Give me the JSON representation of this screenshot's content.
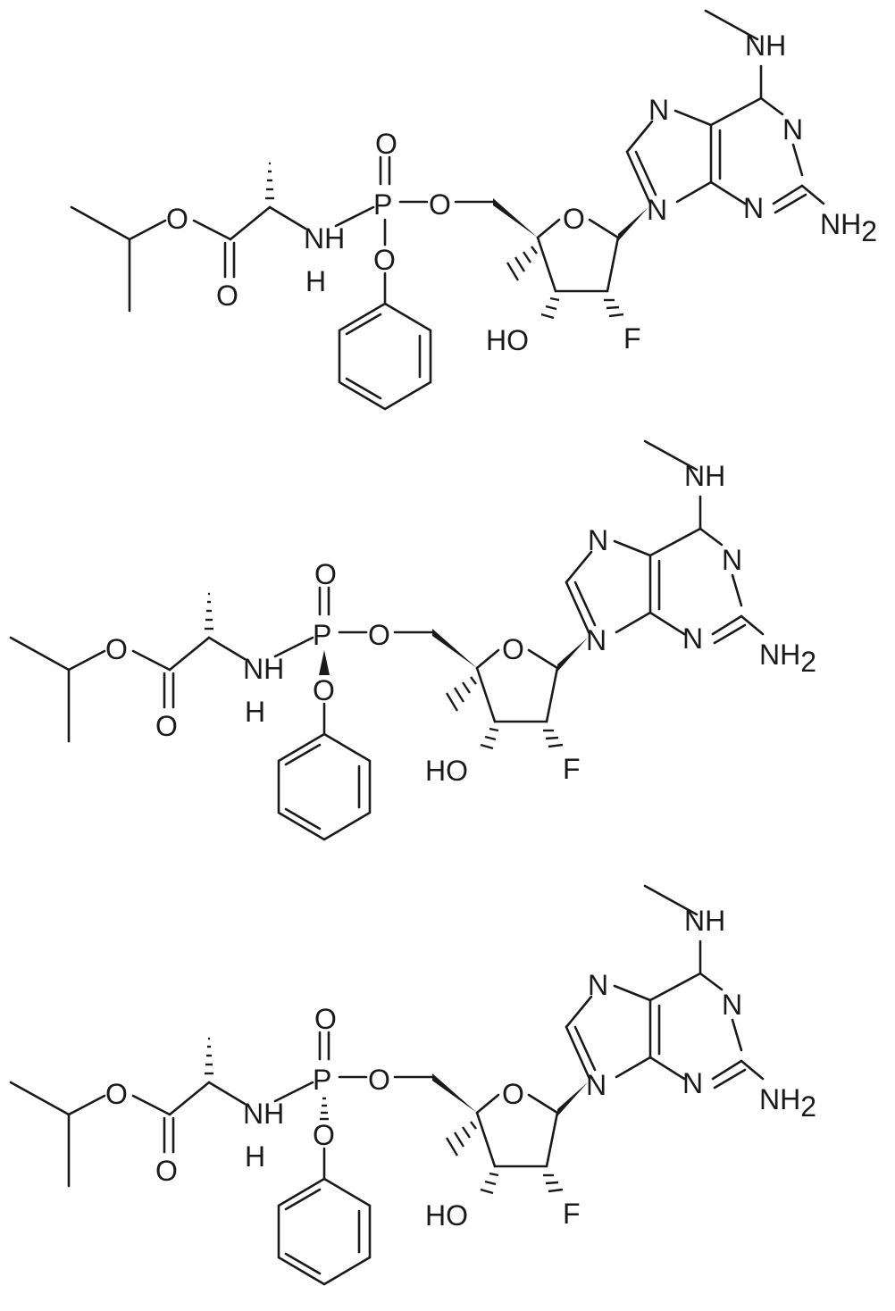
{
  "structures": [
    {
      "label": "structure-1",
      "atoms": {
        "nh_methylamino": "NH",
        "n7": "N",
        "n1": "N",
        "n3": "N",
        "n9": "N",
        "nh2_amino": "NH",
        "nh2_sub": "2",
        "p": "P",
        "p_oxo": "O",
        "p_o_link": "O",
        "p_o_phenoxy": "O",
        "ester_o": "O",
        "carbonyl_o": "O",
        "nh_phosphoramide_n": "NH",
        "nh_phosphoramide_h": "H",
        "ring_o": "O",
        "hydroxyl": "HO",
        "fluorine": "F"
      }
    },
    {
      "label": "structure-2",
      "atoms": {
        "nh_methylamino": "NH",
        "n7": "N",
        "n1": "N",
        "n3": "N",
        "n9": "N",
        "nh2_amino": "NH",
        "nh2_sub": "2",
        "p": "P",
        "p_oxo": "O",
        "p_o_link": "O",
        "p_o_phenoxy": "O",
        "ester_o": "O",
        "carbonyl_o": "O",
        "nh_phosphoramide_n": "NH",
        "nh_phosphoramide_h": "H",
        "ring_o": "O",
        "hydroxyl": "HO",
        "fluorine": "F"
      }
    },
    {
      "label": "structure-3",
      "atoms": {
        "nh_methylamino": "NH",
        "n7": "N",
        "n1": "N",
        "n3": "N",
        "n9": "N",
        "nh2_amino": "NH",
        "nh2_sub": "2",
        "p": "P",
        "p_oxo": "O",
        "p_o_link": "O",
        "p_o_phenoxy": "O",
        "ester_o": "O",
        "carbonyl_o": "O",
        "nh_phosphoramide_n": "NH",
        "nh_phosphoramide_h": "H",
        "ring_o": "O",
        "hydroxyl": "HO",
        "fluorine": "F"
      }
    }
  ],
  "colors": {
    "ink": "#1a1a1a",
    "background": "#ffffff"
  }
}
